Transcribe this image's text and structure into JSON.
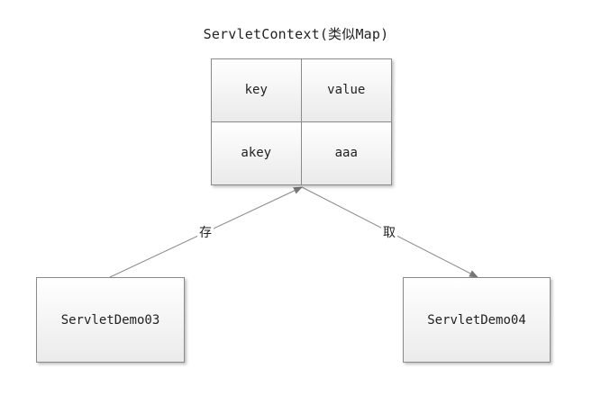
{
  "title": "ServletContext(类似Map)",
  "map_table": {
    "rows": [
      [
        "key",
        "value"
      ],
      [
        "akey",
        "aaa"
      ]
    ]
  },
  "nodes": {
    "left": "ServletDemo03",
    "right": "ServletDemo04"
  },
  "edges": {
    "store_label": "存",
    "fetch_label": "取"
  }
}
